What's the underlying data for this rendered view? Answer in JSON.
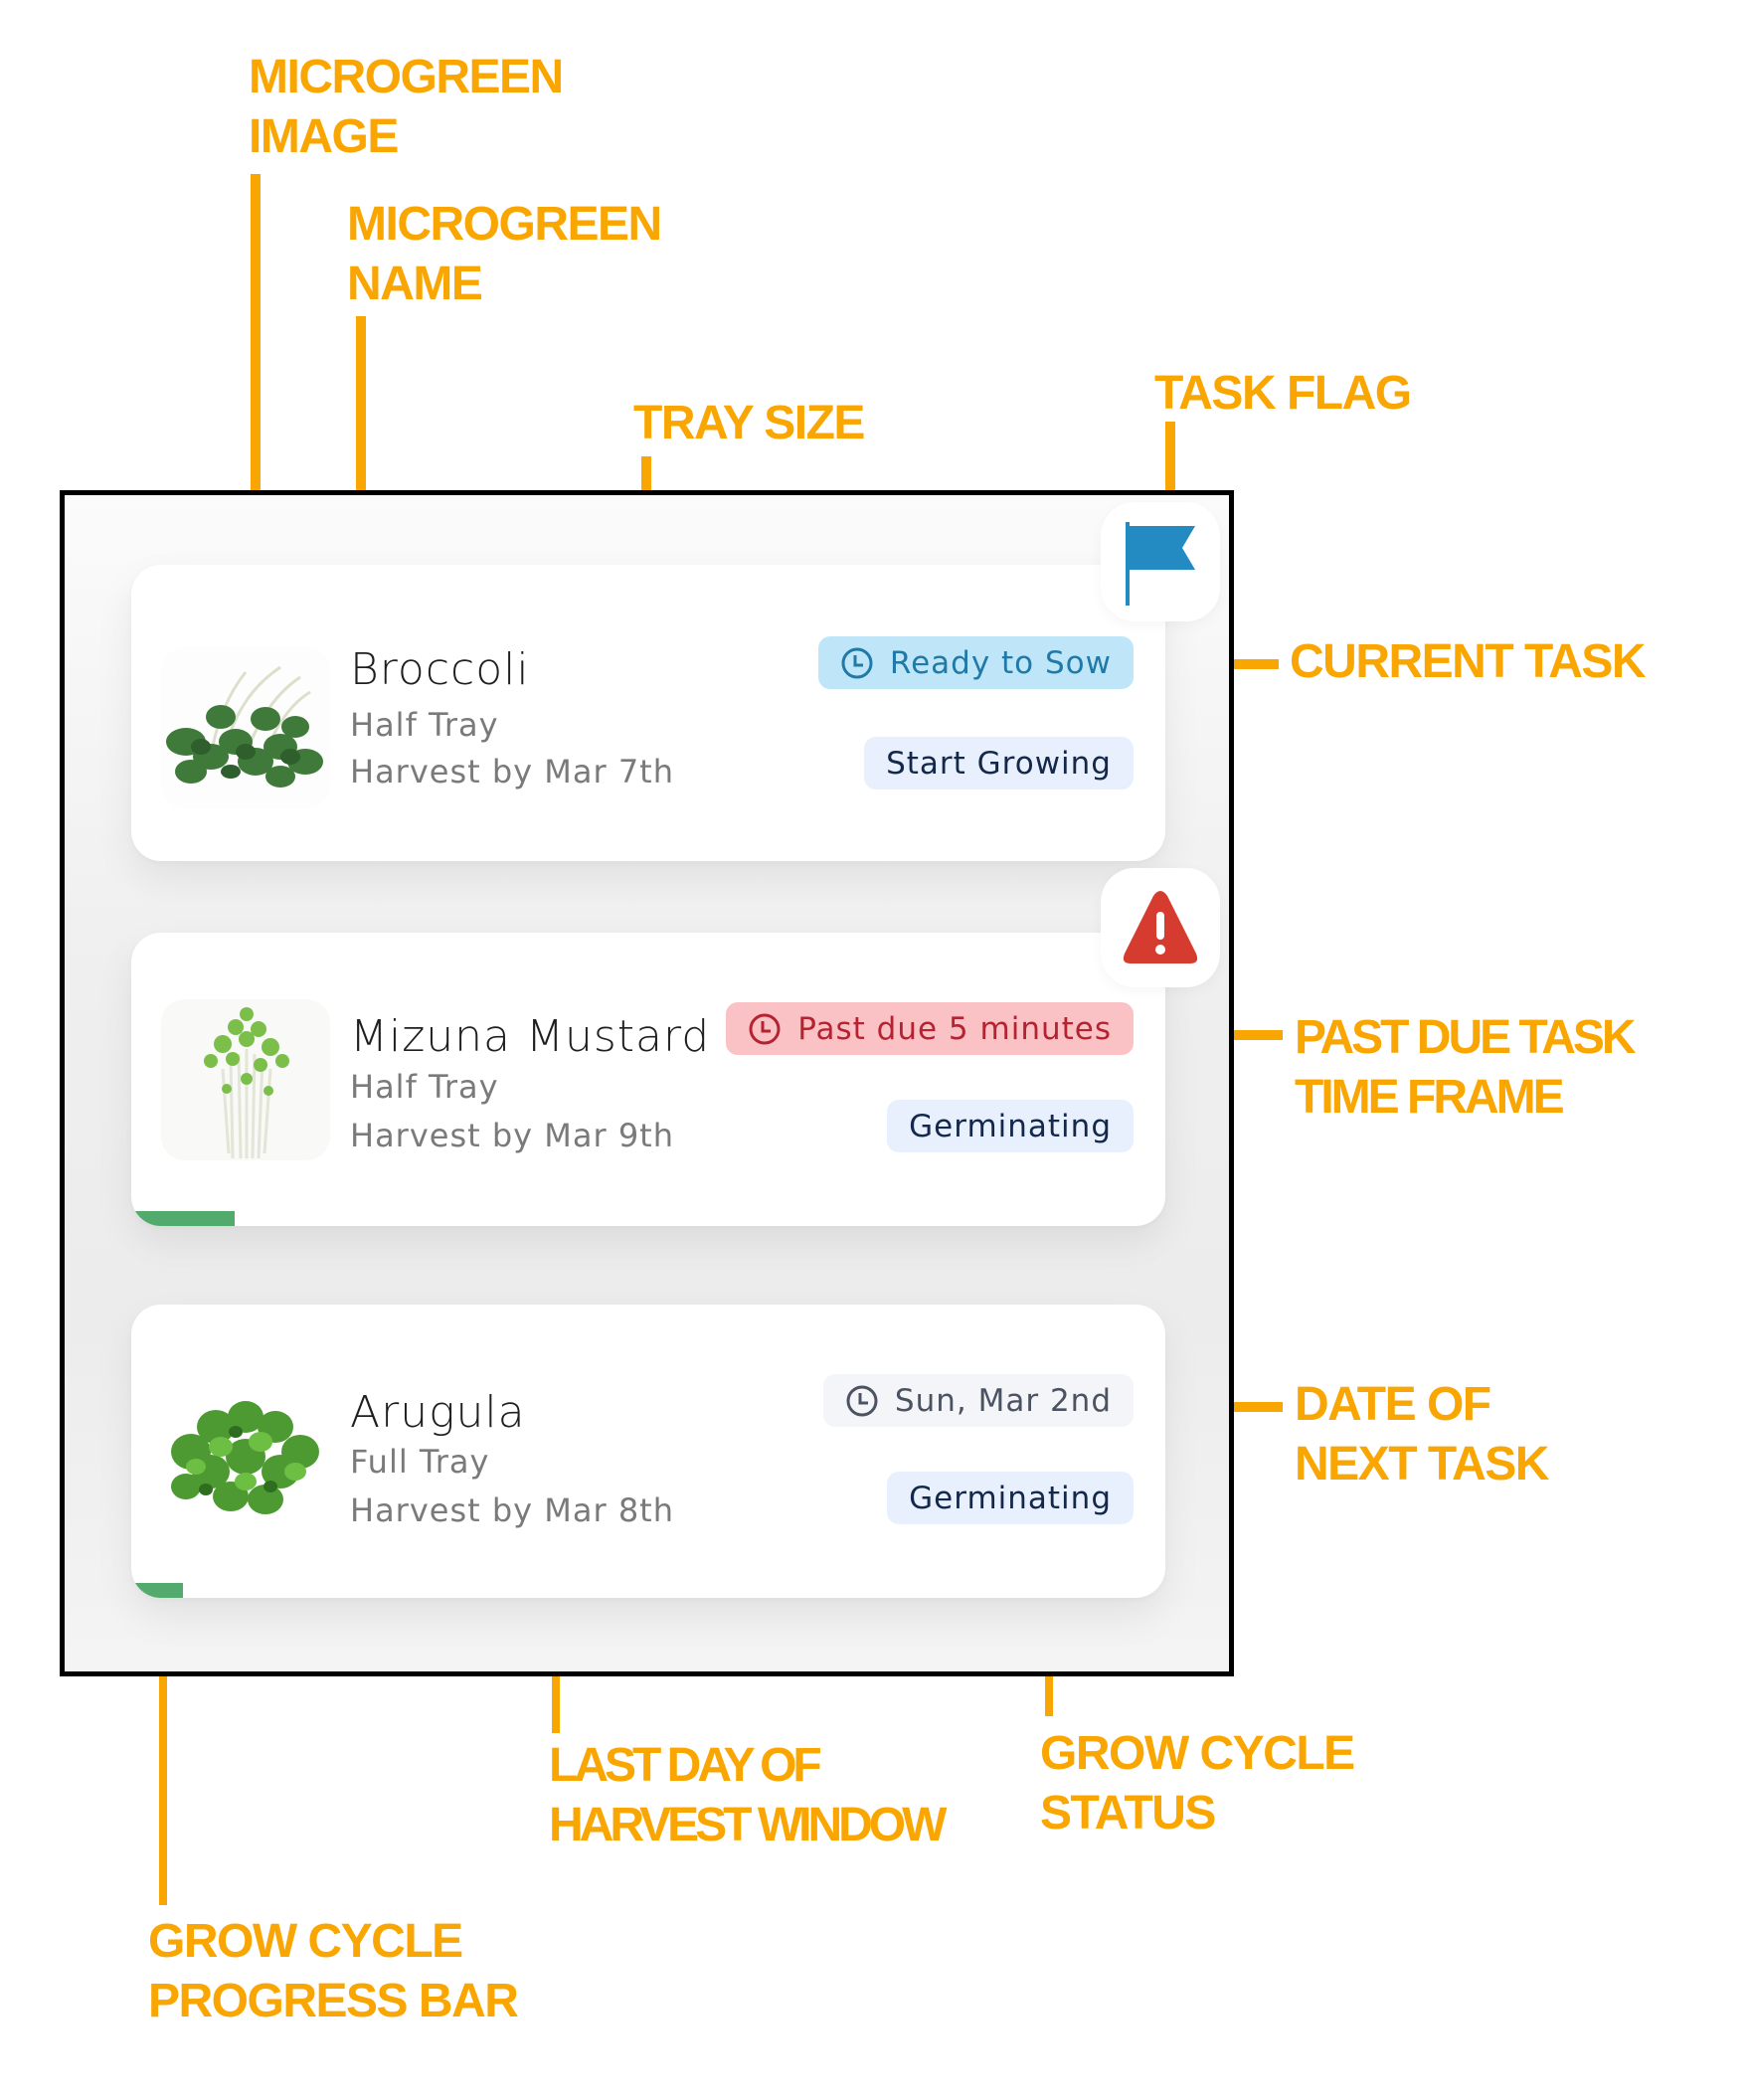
{
  "annotations": {
    "microgreen_image": [
      "MICROGREEN",
      "IMAGE"
    ],
    "microgreen_name": [
      "MICROGREEN",
      "NAME"
    ],
    "tray_size": [
      "TRAY SIZE"
    ],
    "task_flag": [
      "TASK FLAG"
    ],
    "current_task": [
      "CURRENT TASK"
    ],
    "past_due_task": [
      "PAST DUE TASK",
      "TIME FRAME"
    ],
    "date_of_next_task": [
      "DATE OF",
      "NEXT TASK"
    ],
    "last_day_of_harvest": [
      "LAST DAY OF",
      "HARVEST WINDOW"
    ],
    "grow_cycle_status": [
      "GROW CYCLE",
      "STATUS"
    ],
    "grow_cycle_progress": [
      "GROW CYCLE",
      "PROGRESS BAR"
    ]
  },
  "colors": {
    "annotation": "#f9a602",
    "flag": "#238bc1",
    "alert": "#d63b30",
    "progress": "#52aa6c",
    "ready_badge_bg": "#bfe6f8",
    "ready_badge_text": "#2079a6",
    "late_badge_bg": "#fbc2c6",
    "late_badge_text": "#b52331",
    "next_badge_bg": "#f4f5f8",
    "status_badge_bg": "#e8f0fd",
    "status_badge_text": "#14284b"
  },
  "cards": [
    {
      "name": "Broccoli",
      "tray": "Half Tray",
      "harvest": "Harvest by Mar 7th",
      "task_label": "Ready to Sow",
      "task_type": "ready",
      "task_icon": "clock-icon",
      "status": "Start Growing",
      "flag_icon": "flag-icon",
      "progress": 0
    },
    {
      "name": "Mizuna Mustard",
      "tray": "Half Tray",
      "harvest": "Harvest by Mar 9th",
      "task_label": "Past due 5 minutes",
      "task_type": "late",
      "task_icon": "clock-icon",
      "status": "Germinating",
      "flag_icon": "alert-triangle-icon",
      "progress": 0.1
    },
    {
      "name": "Arugula",
      "tray": "Full Tray",
      "harvest": "Harvest by Mar 8th",
      "task_label": "Sun, Mar 2nd",
      "task_type": "next",
      "task_icon": "clock-icon",
      "status": "Germinating",
      "progress": 0.05
    }
  ]
}
